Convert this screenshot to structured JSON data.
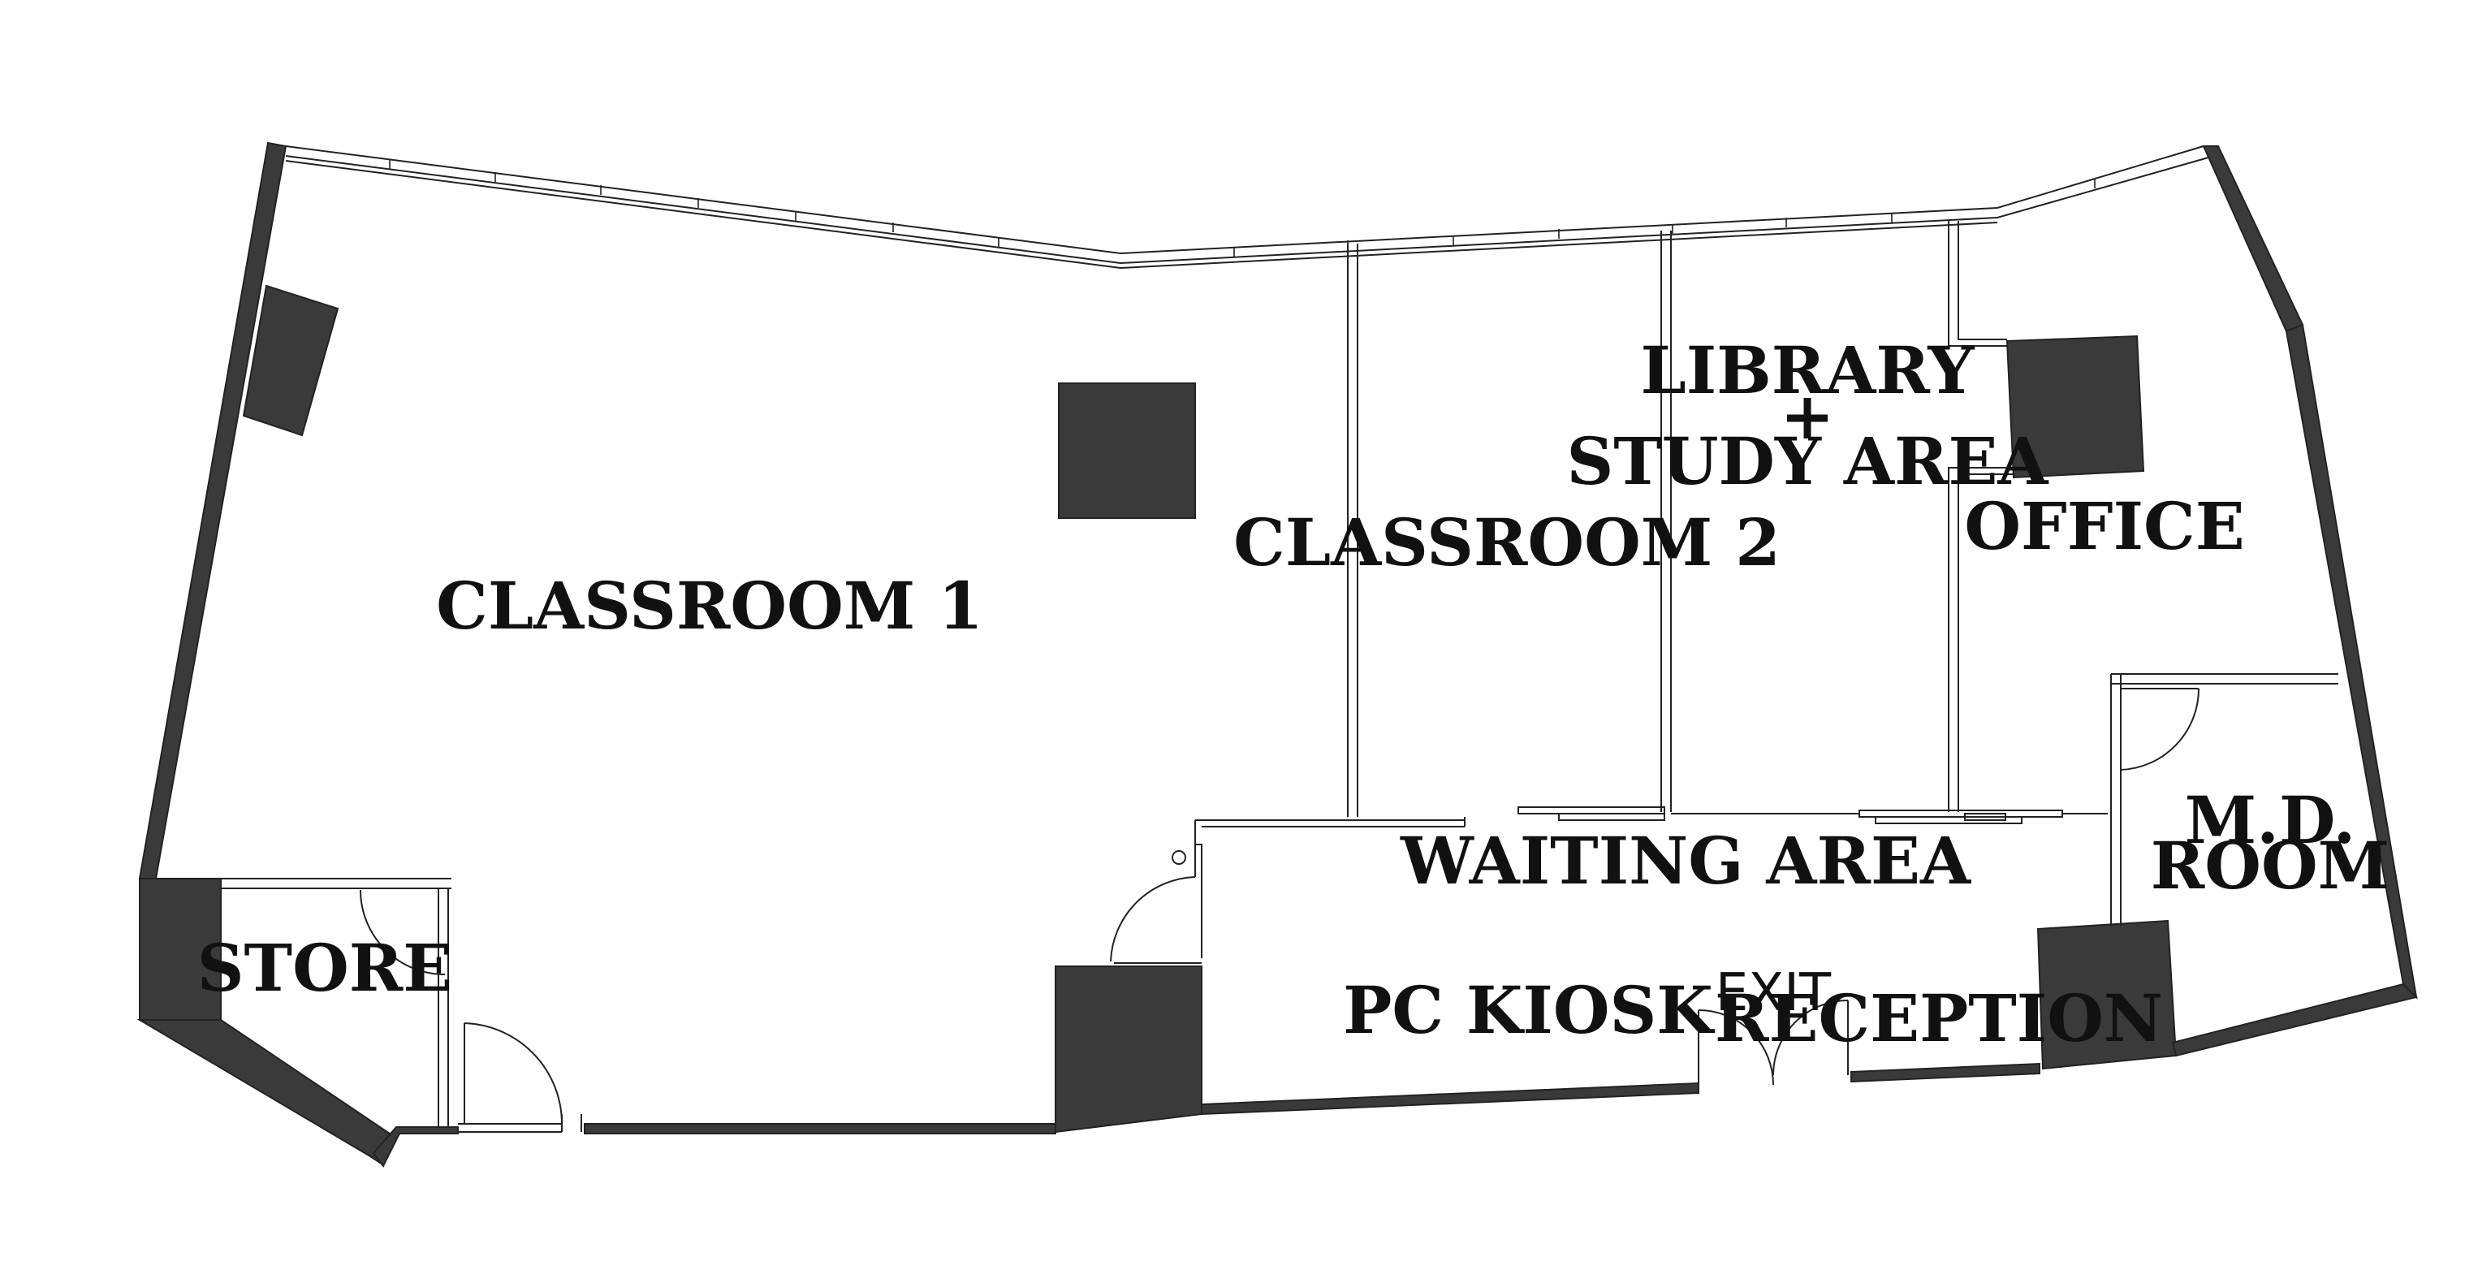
{
  "rooms": {
    "classroom_1": "CLASSROOM 1",
    "classroom_2": "CLASSROOM 2",
    "library_line1": "LIBRARY",
    "library_line2": "+",
    "library_line3": "STUDY AREA",
    "office": "OFFICE",
    "md_room_line1": "M.D.",
    "md_room_line2": "ROOM",
    "store": "STORE",
    "waiting_area": "WAITING AREA",
    "pc_kiosk": "PC KIOSK",
    "reception": "RECEPTION",
    "exit": "EXIT"
  },
  "colors": {
    "wall": "#3a3a3a",
    "line": "#222222",
    "background": "#ffffff"
  }
}
